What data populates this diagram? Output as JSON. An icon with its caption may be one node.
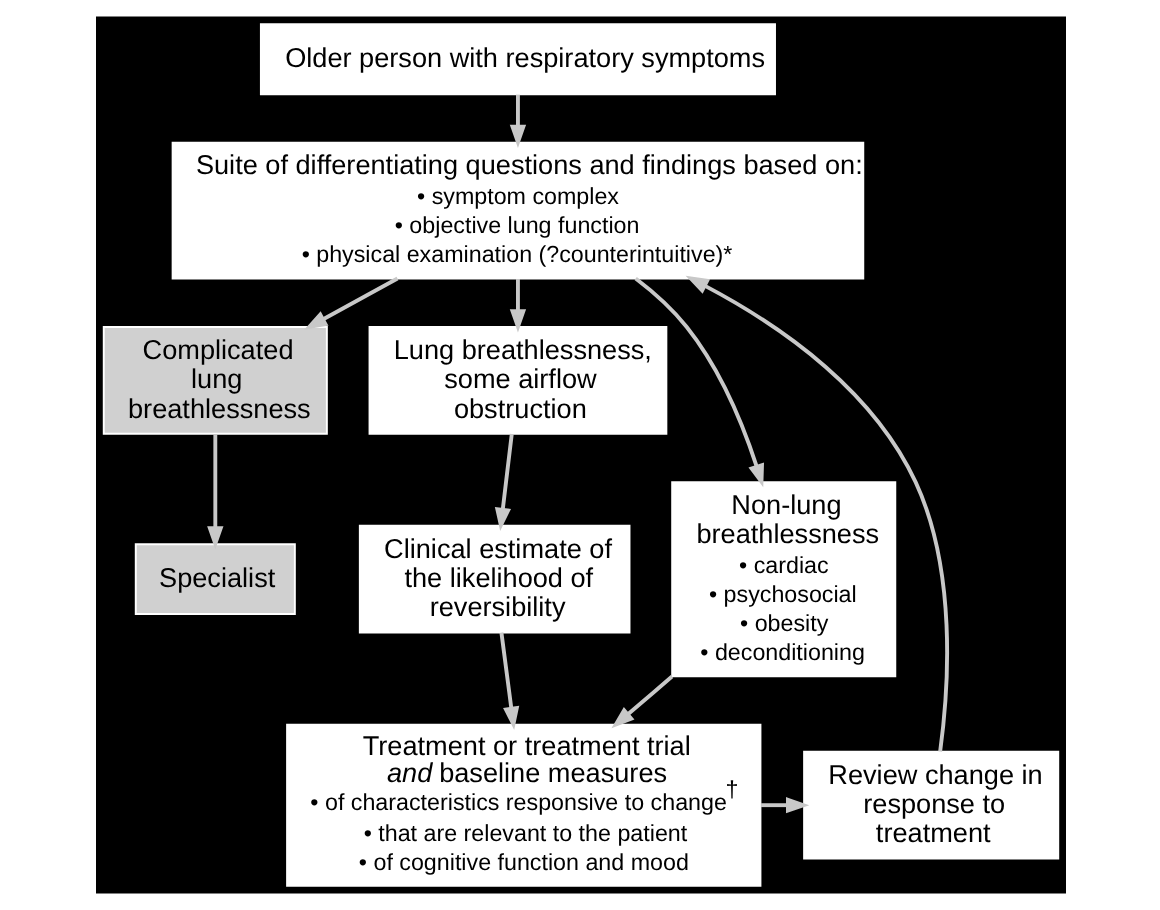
{
  "diagram": {
    "nodes": [
      {
        "text": [
          "Older person with respiratory symptoms"
        ]
      },
      {
        "text": [
          "Suite of differentiating questions and findings based on:",
          "• symptom complex",
          "• objective lung function",
          "• physical examination (?counterintuitive)*"
        ]
      },
      {
        "text": [
          "Complicated lung breathlessness"
        ]
      },
      {
        "text": [
          "Specialist"
        ]
      },
      {
        "text": [
          "Lung breathlessness, some airflow obstruction"
        ]
      },
      {
        "text": [
          "Clinical estimate of the likelihood of reversibility"
        ]
      },
      {
        "text": [
          "Non-lung breathlessness",
          "• cardiac",
          "• psychosocial",
          "• obesity",
          "• deconditioning"
        ]
      },
      {
        "text": [
          "Treatment or treatment trial *and* baseline measures",
          "• of characteristics responsive to change$^{†}$",
          "• that are relevant to the patient",
          "• of cognitive function and mood"
        ]
      },
      {
        "text": [
          "Review change in response to treatment"
        ]
      }
    ],
    "edges": [
      {
        "from": 0,
        "to": 1,
        "arrow": "to"
      },
      {
        "from": 1,
        "to": 2,
        "arrow": "to"
      },
      {
        "from": 1,
        "to": 4,
        "arrow": "to"
      },
      {
        "from": 1,
        "to": 6,
        "arrow": "to"
      },
      {
        "from": 2,
        "to": 3,
        "arrow": "to"
      },
      {
        "from": 4,
        "to": 5,
        "arrow": "to"
      },
      {
        "from": 5,
        "to": 7,
        "arrow": "to"
      },
      {
        "from": 6,
        "to": 7,
        "arrow": "to"
      },
      {
        "from": 7,
        "to": 8,
        "arrow": "to"
      },
      {
        "from": 8,
        "to": 1,
        "arrow": "to"
      }
    ]
  }
}
